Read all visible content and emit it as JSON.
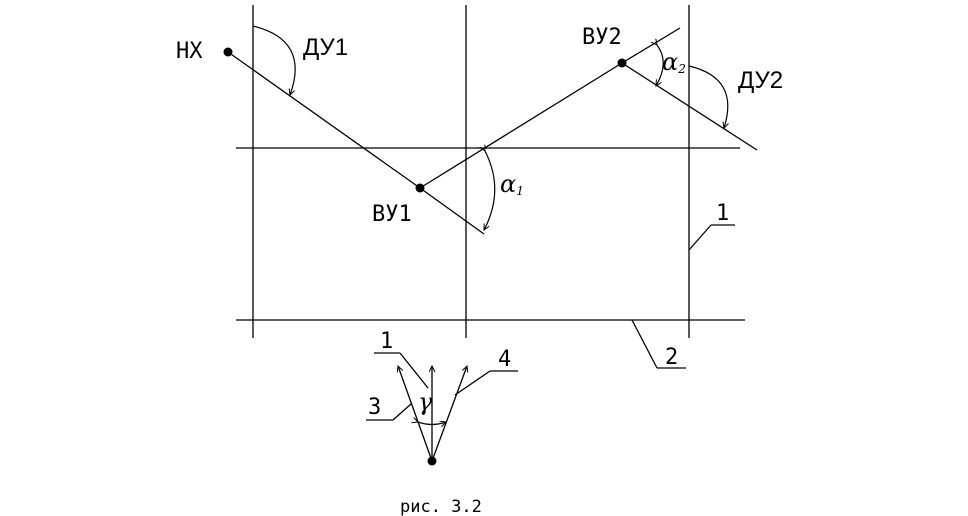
{
  "points": {
    "nx": "НХ",
    "vu1": "ВУ1",
    "vu2": "ВУ2"
  },
  "angles": {
    "du1": "ДУ1",
    "du2": "ДУ2",
    "alpha1": "α",
    "alpha1_sub": "1",
    "alpha2": "α",
    "alpha2_sub": "2",
    "gamma": "γ"
  },
  "callouts": {
    "c1_top": "1",
    "c2": "2",
    "c1_bottom": "1",
    "c3": "3",
    "c4": "4"
  },
  "caption": "рис. 3.2"
}
